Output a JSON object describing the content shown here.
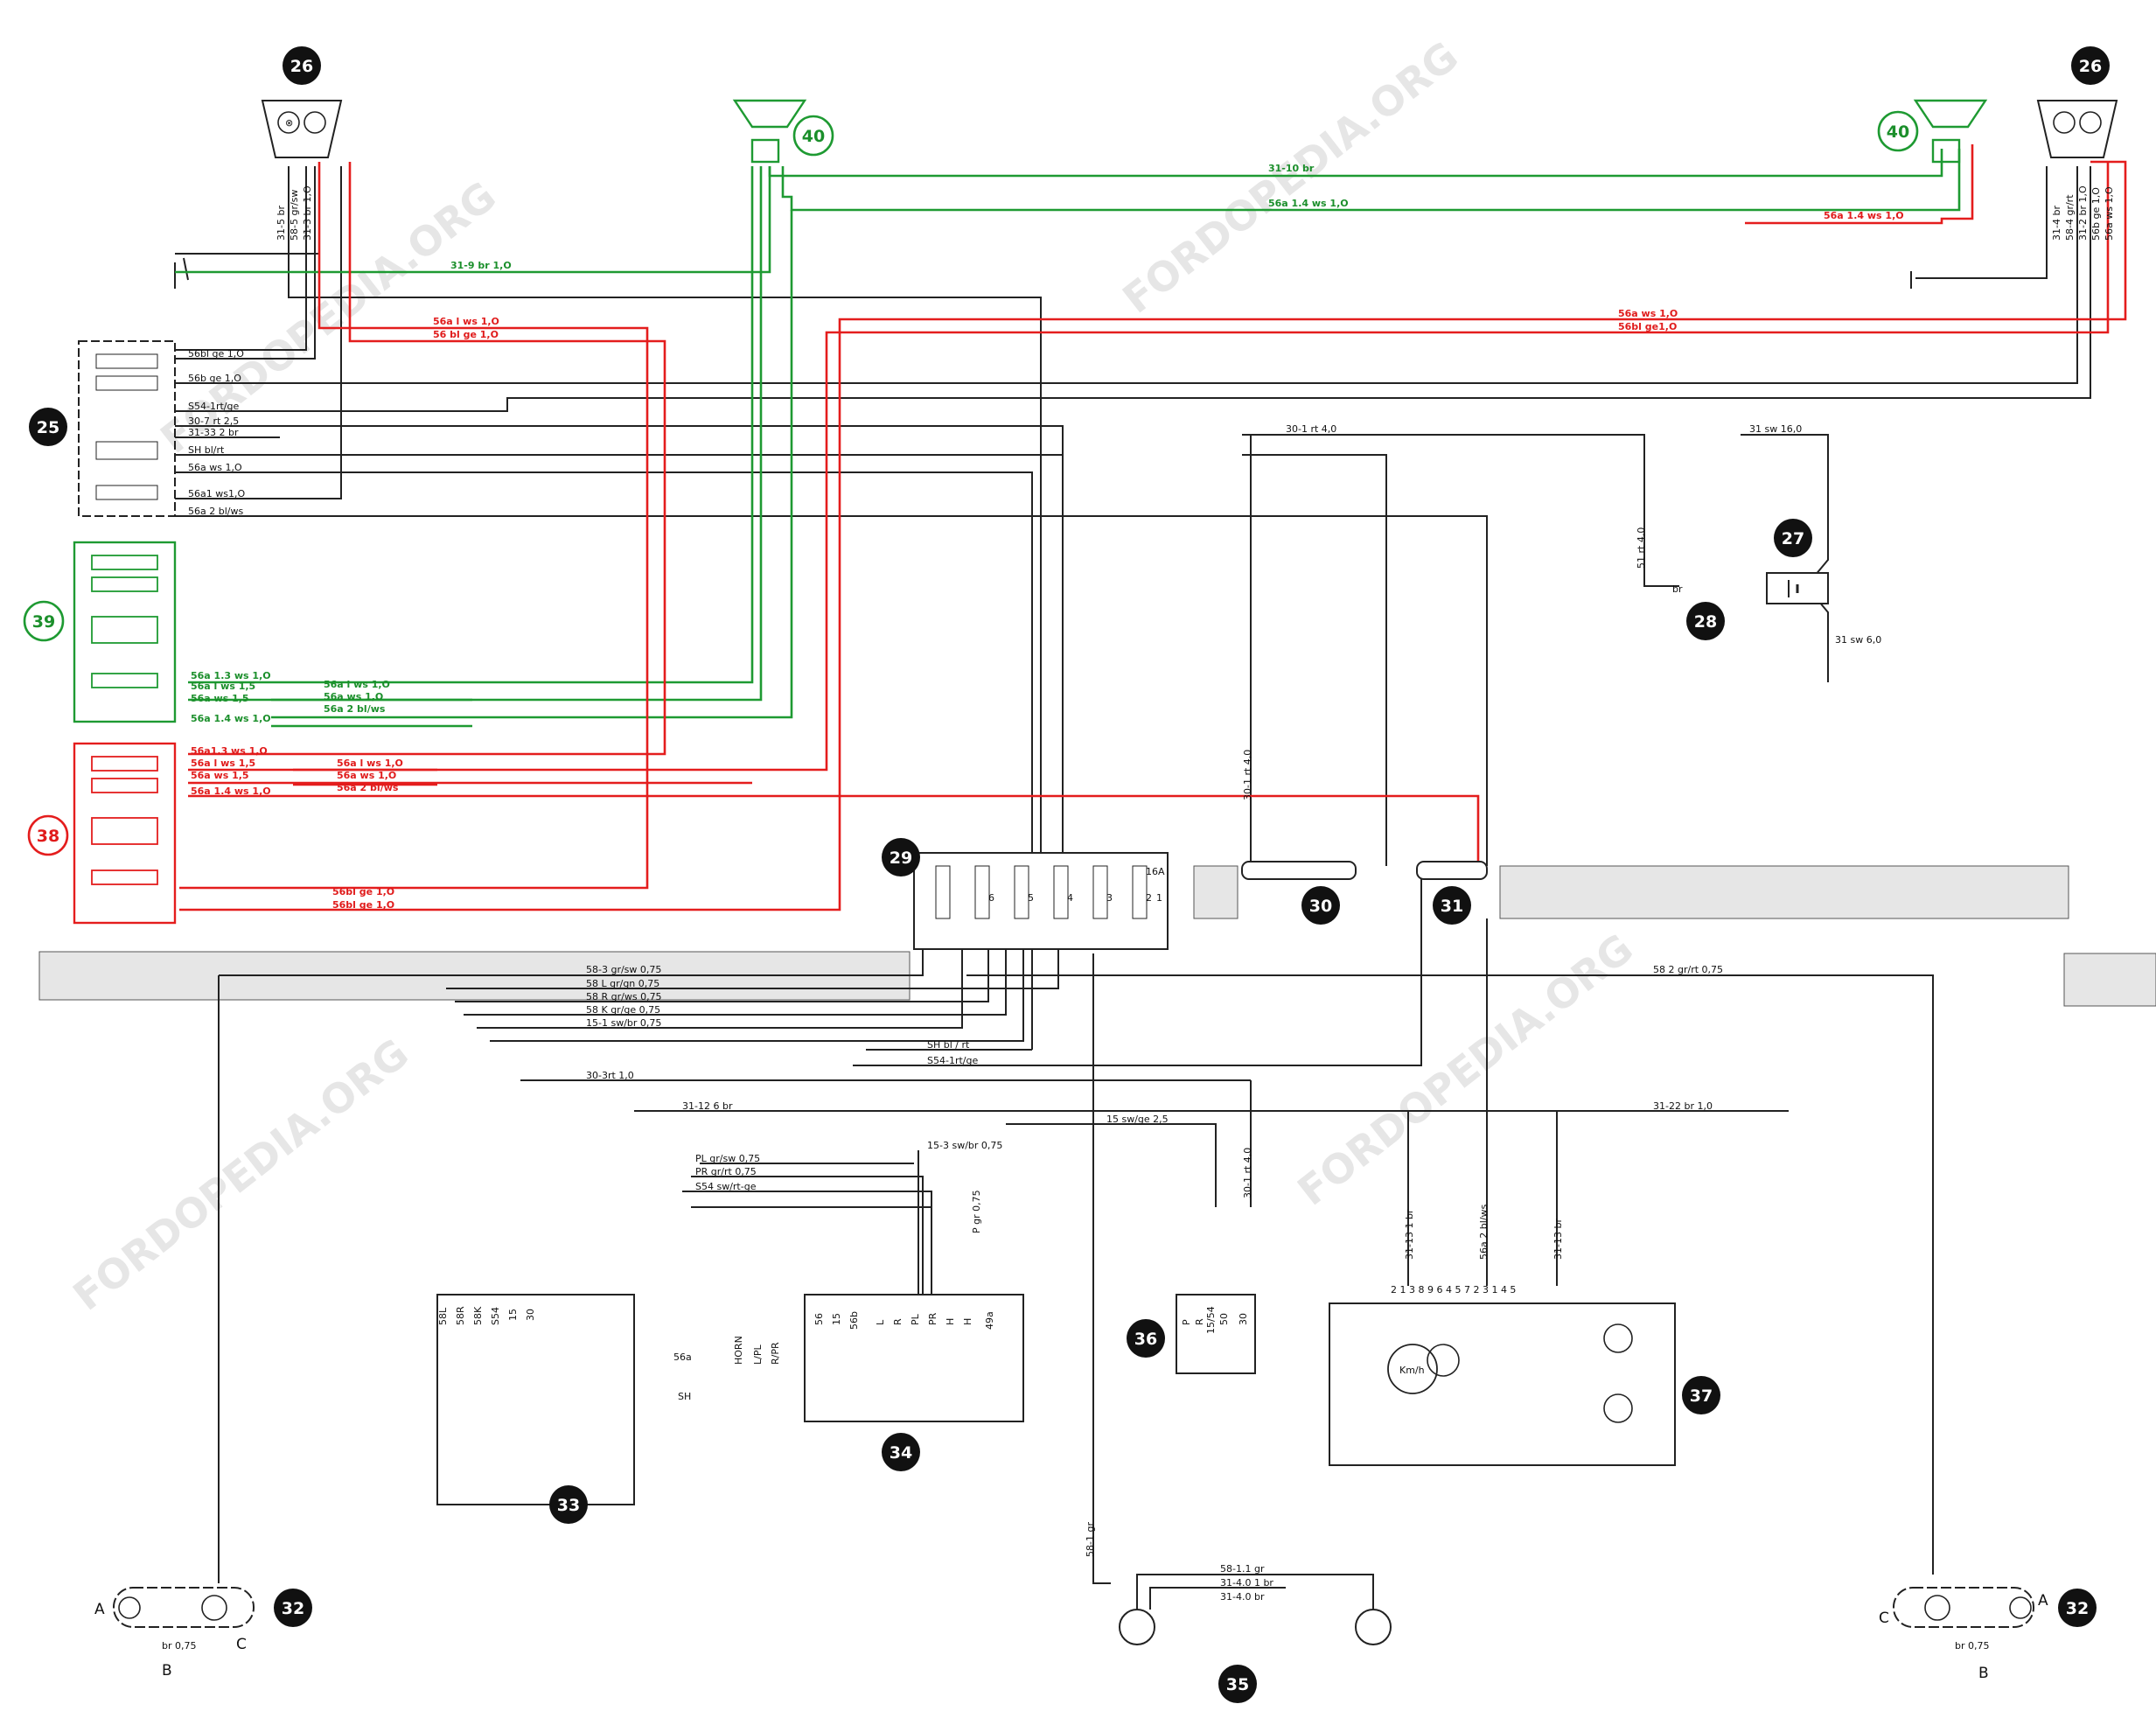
{
  "watermark": "FORDOPEDIA.ORG",
  "colors": {
    "black": "#222222",
    "green": "#1e9a32",
    "red": "#e41d1d"
  },
  "badges": {
    "b25": "25",
    "b26a": "26",
    "b26b": "26",
    "b27": "27",
    "b28": "28",
    "b29": "29",
    "b30": "30",
    "b31": "31",
    "b32a": "32",
    "b32b": "32",
    "b33": "33",
    "b34": "34",
    "b35": "35",
    "b36": "36",
    "b37": "37",
    "b38": "38",
    "b39": "39",
    "b40a": "40",
    "b40b": "40"
  },
  "wires": {
    "w31_10br": "31-10 br",
    "w56a14ws_g": "56a 1.4 ws 1,O",
    "w56a14ws_r": "56a 1.4 ws 1,O",
    "w31_9br": "31-9 br 1,O",
    "w56alws_r": "56a l ws 1,O",
    "w56blge_r": "56 bl ge 1,O",
    "w56aws_r2": "56a ws 1,O",
    "w56blge_r2": "56bl ge1,O",
    "w56blge10": "56bl ge 1,O",
    "w56bge10": "56b ge 1,O",
    "w5541": "S54-1rt/ge",
    "w30_7": "30-7 rt 2,5",
    "w31_33": "31-33 2 br",
    "wSH": "SH bl/rt",
    "w56aws": "56a ws 1,O",
    "w56al1": "56a1 ws1,O",
    "w56a2": "56a 2 bl/ws",
    "w30_1": "30-1 rt 4,0",
    "w31sw16": "31 sw 16,0",
    "w51rt": "51 rt 4,0",
    "wbr": "br",
    "w31sw6": "31 sw 6,0",
    "w30_1v": "30-1 rt 4,0",
    "w31_5": "31-5 br",
    "w58_5": "58-5 gr/sw",
    "w31_3": "31-3 br 1,O",
    "w31_4": "31-4 br",
    "w58_4": "58-4 gr/rt",
    "w31_2": "31-2 br 1,O",
    "w56bge": "56b ge 1,O",
    "w56aws1": "56a ws 1,O",
    "w58_3": "58-3 gr/sw  0,75",
    "w58L": "58 L  gr/gn  0,75",
    "w58R": "58 R  gr/ws  0,75",
    "w58K": "58 K  gr/ge  0,75",
    "w15_1": "15-1 sw/br  0,75",
    "w58_2": "58  2 gr/rt  0,75",
    "wSH2": "SH bl / rt",
    "w554": "S54-1rt/ge",
    "w30_3": "30-3rt 1,0",
    "w31_12": "31-12 6 br",
    "w31_22": "31-22 br 1,0",
    "w15sw": "15 sw/ge 2,5",
    "w15_3": "15-3 sw/br  0,75",
    "wPL": "PL gr/sw 0,75",
    "wPR": "PR gr/rt 0,75",
    "wS54": "S54 sw/rt-ge",
    "wPgr": "P gr  0,75",
    "w30_1b": "30-1 rt 4,0",
    "w58_1": "58-1 gr",
    "w58_1_1": "58-1.1 gr",
    "w31_40_1": "31-4.0 1 br",
    "w31_40": "31-4.0 br",
    "wbr075a": "br 0,75",
    "wbr075b": "br 0,75",
    "w31_13": "31-13 1 br",
    "w56a2b": "56a 2 bl/ws",
    "w31_13b": "31-13 br"
  },
  "module39": {
    "r1": "56a 1.3 ws 1,O",
    "r2": "56a l ws 1,5",
    "r3": "56a ws 1,5",
    "r4": "56a 1.4 ws 1,O",
    "o1": "56a l ws 1,O",
    "o2": "56a ws 1,O",
    "o3": "56a 2 bl/ws"
  },
  "module38": {
    "r1": "56a1.3 ws 1,O",
    "r2": "56a l ws 1,5",
    "r3": "56a ws 1,5",
    "r4": "56a 1.4 ws 1,O",
    "o1": "56a l ws 1,O",
    "o2": "56a ws 1,O",
    "o3": "56a 2 bl/ws",
    "o4": "56bl ge 1,O",
    "o5": "56bl ge 1,O"
  },
  "fusebox": {
    "f1": "6",
    "f2": "5",
    "f3": "4",
    "f4": "3",
    "f5": "2",
    "f6": "1",
    "rating": "16A"
  },
  "sw33": {
    "p1": "58L",
    "p2": "58R",
    "p3": "58K",
    "p4": "S54",
    "p5": "15",
    "p6": "30"
  },
  "sw34": {
    "p1": "56",
    "p2": "15",
    "p3": "56b",
    "p4": "L",
    "p5": "R",
    "p6": "PL",
    "p7": "PR",
    "p8": "H",
    "p9": "H",
    "p10": "49a",
    "horn": "HORN",
    "lpl": "L/PL",
    "rpr": "R/PR",
    "s56a": "56a",
    "sh": "SH"
  },
  "sw36": {
    "p1": "P",
    "p2": "R",
    "p3": "15/54",
    "p4": "50",
    "p5": "30"
  },
  "cl37": {
    "p": "2 1 3  8  9 6 4 5  7  2 3          1 4 5",
    "kmh": "Km/h"
  },
  "lamps32": {
    "a": "A",
    "b": "B",
    "c": "C",
    "a2": "A",
    "b2": "B",
    "c2": "C"
  }
}
